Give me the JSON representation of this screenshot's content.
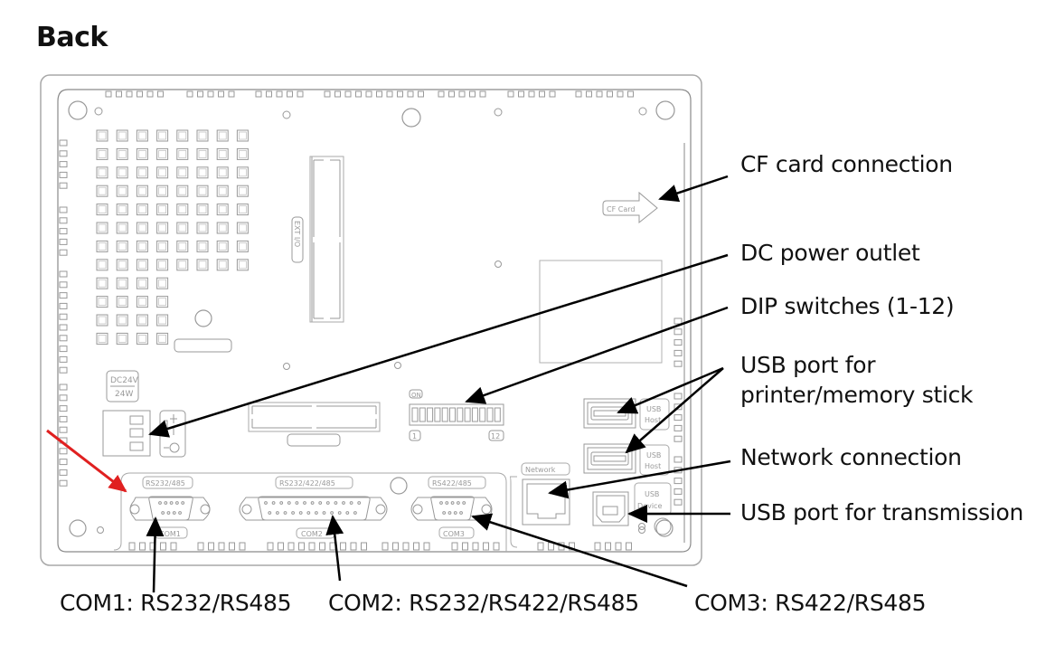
{
  "title": "Back",
  "panel_labels": {
    "power_rating_top": "DC24V",
    "power_rating_bottom": "24W",
    "ext_io": "EXT I/O",
    "cf_card": "CF Card",
    "dip_on": "ON",
    "dip_first": "1",
    "dip_last": "12",
    "usb_host_1": [
      "USB",
      "Host"
    ],
    "usb_host_2": [
      "USB",
      "Host"
    ],
    "usb_device": [
      "USB",
      "Device"
    ],
    "network": "Network",
    "com1_top": "RS232/485",
    "com1_bottom": "COM1",
    "com2_top": "RS232/422/485",
    "com2_bottom": "COM2",
    "com3_top": "RS422/485",
    "com3_bottom": "COM3"
  },
  "dip_switch_count": 12,
  "callouts": {
    "cf_card": "CF card connection",
    "dc_power": "DC power outlet",
    "dip_switches": "DIP switches (1-12)",
    "usb_host_line1": "USB port for",
    "usb_host_line2": "printer/memory stick",
    "network": "Network connection",
    "usb_device": "USB port for transmission",
    "com1": "COM1: RS232/RS485",
    "com2": "COM2: RS232/RS422/RS485",
    "com3": "COM3: RS422/RS485"
  },
  "colors": {
    "outline": "#9a9a9a",
    "arrow": "#000000",
    "highlight_arrow": "#e02020"
  }
}
